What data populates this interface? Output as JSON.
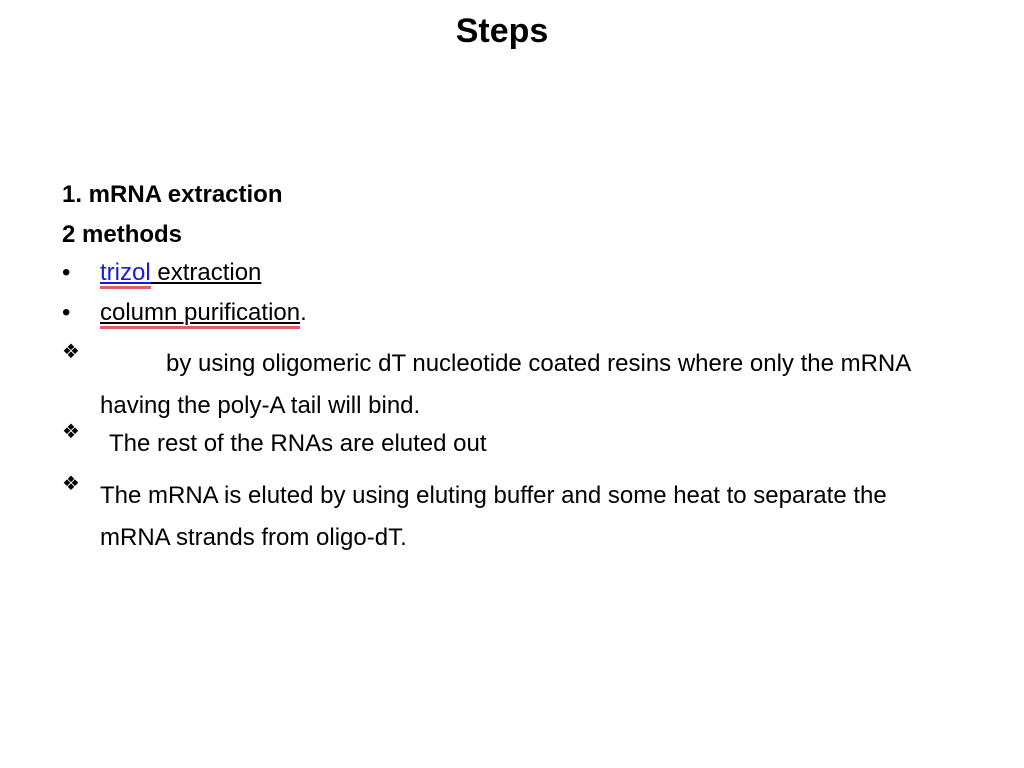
{
  "slide": {
    "title": "Steps",
    "heading1": "1. mRNA extraction",
    "heading2": "2 methods",
    "bullets": [
      {
        "link": "trizol",
        "rest": " extraction"
      },
      {
        "text": "column purification",
        "tail": "."
      }
    ],
    "points": [
      {
        "icon": "diamond-cluster-icon",
        "text": "by using oligomeric dT nucleotide coated resins  where only the mRNA having the poly-A tail will bind."
      },
      {
        "icon": "diamond-cluster-icon",
        "text": "The rest of the RNAs are eluted out"
      },
      {
        "icon": "diamond-cluster-icon",
        "text": "The mRNA is eluted by using eluting buffer and some  heat to separate the mRNA strands from oligo-dT."
      }
    ],
    "colors": {
      "link": "#1a1adc",
      "spellcheck": "#e06060"
    }
  }
}
